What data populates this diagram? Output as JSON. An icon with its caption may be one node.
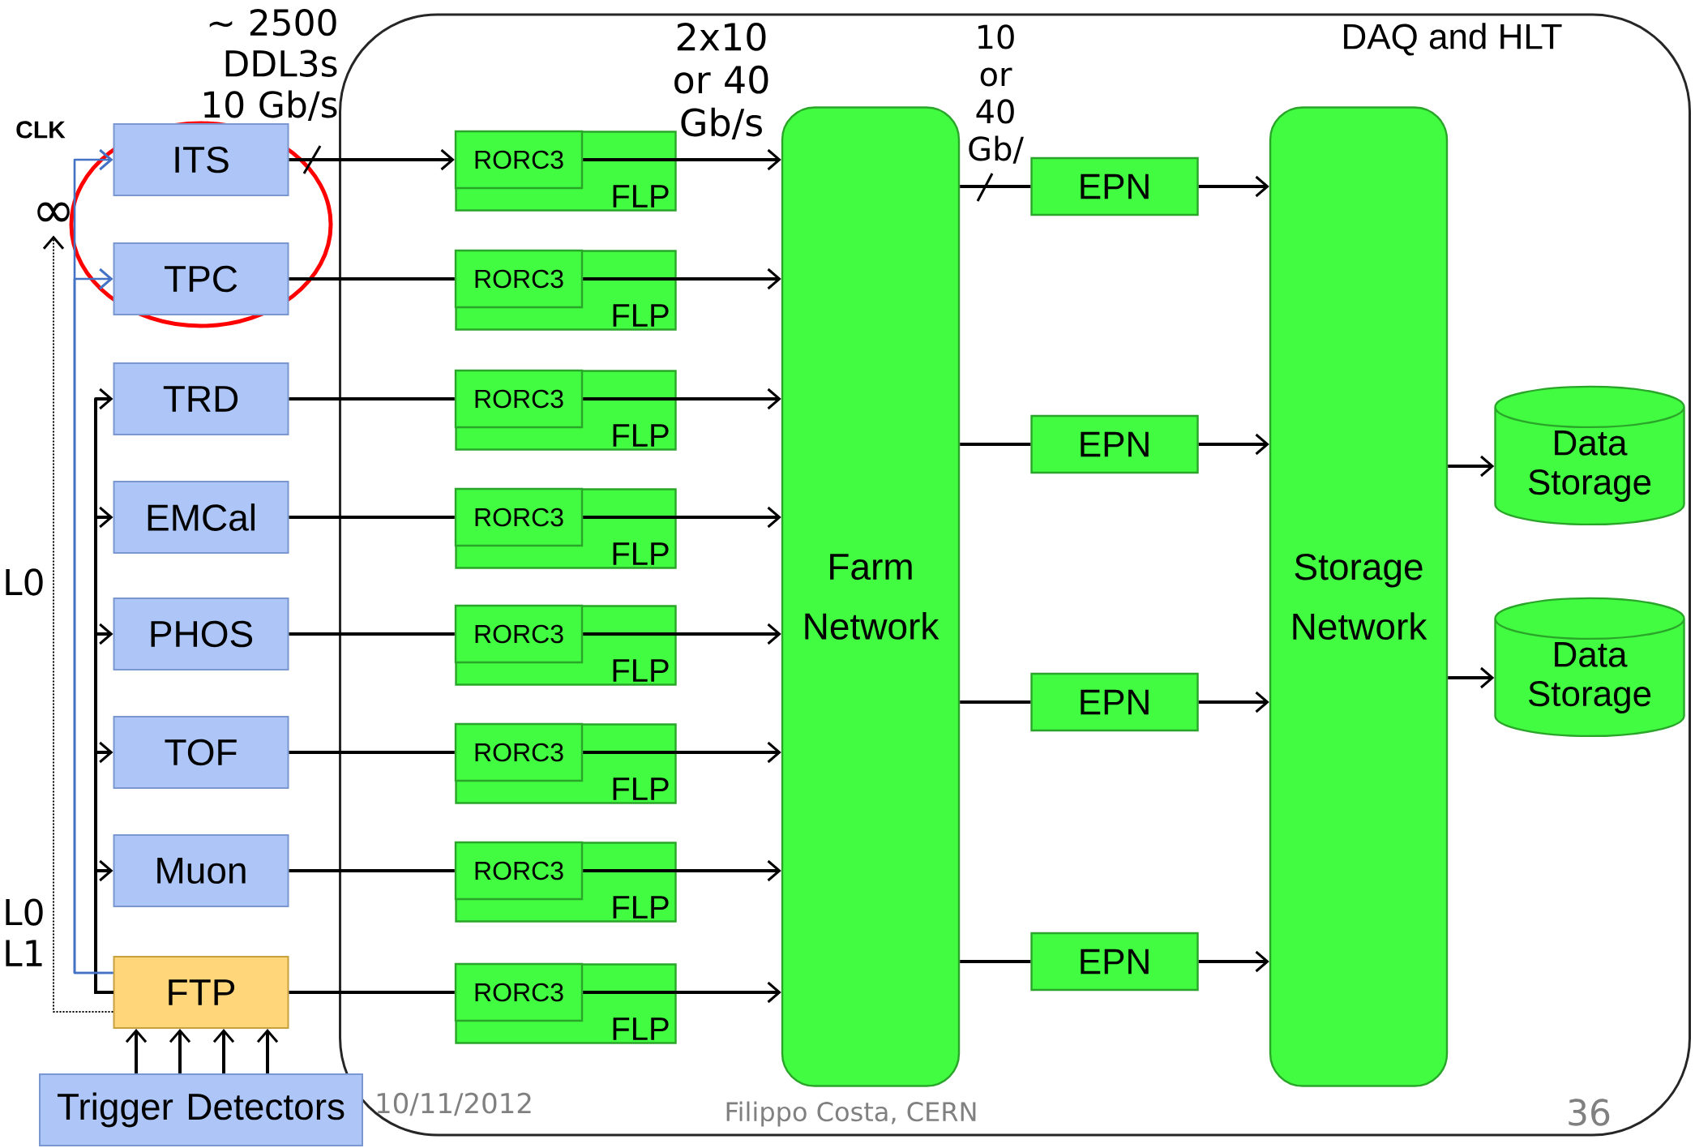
{
  "diagram": {
    "nodes": [
      {
        "text": [
          "DAQ and HLT"
        ]
      },
      {
        "text": [
          "ITS"
        ]
      },
      {
        "text": [
          "TPC"
        ]
      },
      {
        "text": [
          "TRD"
        ]
      },
      {
        "text": [
          "EMCal"
        ]
      },
      {
        "text": [
          "PHOS"
        ]
      },
      {
        "text": [
          "TOF"
        ]
      },
      {
        "text": [
          "Muon"
        ]
      },
      {
        "text": [
          "FTP"
        ]
      },
      {
        "text": [
          "Trigger Detectors"
        ]
      },
      {
        "text": [
          "∞"
        ]
      },
      {
        "text": [
          "FLP"
        ],
        "in": 0
      },
      {
        "text": [
          "RORC3"
        ],
        "in": 11
      },
      {
        "text": [
          "FLP"
        ],
        "in": 0
      },
      {
        "text": [
          "RORC3"
        ],
        "in": 13
      },
      {
        "text": [
          "FLP"
        ],
        "in": 0
      },
      {
        "text": [
          "RORC3"
        ],
        "in": 15
      },
      {
        "text": [
          "FLP"
        ],
        "in": 0
      },
      {
        "text": [
          "RORC3"
        ],
        "in": 17
      },
      {
        "text": [
          "FLP"
        ],
        "in": 0
      },
      {
        "text": [
          "RORC3"
        ],
        "in": 19
      },
      {
        "text": [
          "FLP"
        ],
        "in": 0
      },
      {
        "text": [
          "RORC3"
        ],
        "in": 21
      },
      {
        "text": [
          "FLP"
        ],
        "in": 0
      },
      {
        "text": [
          "RORC3"
        ],
        "in": 23
      },
      {
        "text": [
          "FLP"
        ],
        "in": 0
      },
      {
        "text": [
          "RORC3"
        ],
        "in": 25
      },
      {
        "text": [
          "Farm Network"
        ],
        "in": 0
      },
      {
        "text": [
          "EPN"
        ],
        "in": 0
      },
      {
        "text": [
          "EPN"
        ],
        "in": 0
      },
      {
        "text": [
          "EPN"
        ],
        "in": 0
      },
      {
        "text": [
          "EPN"
        ],
        "in": 0
      },
      {
        "text": [
          "Storage Network"
        ],
        "in": 0
      },
      {
        "text": [
          "Data Storage"
        ],
        "in": 0
      },
      {
        "text": [
          "Data Storage"
        ],
        "in": 0
      }
    ],
    "edges": [
      {
        "from": 1,
        "to": 12,
        "arrow": "to"
      },
      {
        "from": 2,
        "to": 14,
        "arrow": "none"
      },
      {
        "from": 3,
        "to": 16,
        "arrow": "none"
      },
      {
        "from": 4,
        "to": 18,
        "arrow": "none"
      },
      {
        "from": 5,
        "to": 20,
        "arrow": "none"
      },
      {
        "from": 6,
        "to": 22,
        "arrow": "none"
      },
      {
        "from": 7,
        "to": 24,
        "arrow": "none"
      },
      {
        "from": 8,
        "to": 26,
        "arrow": "none"
      },
      {
        "from": 12,
        "to": 27,
        "arrow": "to"
      },
      {
        "from": 14,
        "to": 27,
        "arrow": "to"
      },
      {
        "from": 16,
        "to": 27,
        "arrow": "to"
      },
      {
        "from": 18,
        "to": 27,
        "arrow": "to"
      },
      {
        "from": 20,
        "to": 27,
        "arrow": "to"
      },
      {
        "from": 22,
        "to": 27,
        "arrow": "to"
      },
      {
        "from": 24,
        "to": 27,
        "arrow": "to"
      },
      {
        "from": 26,
        "to": 27,
        "arrow": "to"
      },
      {
        "from": 27,
        "to": 28,
        "arrow": "none"
      },
      {
        "from": 27,
        "to": 29,
        "arrow": "none"
      },
      {
        "from": 27,
        "to": 30,
        "arrow": "none"
      },
      {
        "from": 27,
        "to": 31,
        "arrow": "none"
      },
      {
        "from": 28,
        "to": 32,
        "arrow": "to"
      },
      {
        "from": 29,
        "to": 32,
        "arrow": "to"
      },
      {
        "from": 30,
        "to": 32,
        "arrow": "to"
      },
      {
        "from": 31,
        "to": 32,
        "arrow": "to"
      },
      {
        "from": 32,
        "to": 33,
        "arrow": "to"
      },
      {
        "from": 32,
        "to": 34,
        "arrow": "to"
      },
      {
        "from": 9,
        "to": 8,
        "arrow": "to"
      },
      {
        "from": 9,
        "to": 8,
        "arrow": "to"
      },
      {
        "from": 9,
        "to": 8,
        "arrow": "to"
      },
      {
        "from": 9,
        "to": 8,
        "arrow": "to"
      },
      {
        "from": 8,
        "to": 3,
        "arrow": "to"
      },
      {
        "from": 8,
        "to": 4,
        "arrow": "to"
      },
      {
        "from": 8,
        "to": 5,
        "arrow": "to"
      },
      {
        "from": 8,
        "to": 6,
        "arrow": "to"
      },
      {
        "from": 8,
        "to": 7,
        "arrow": "to"
      },
      {
        "from": 8,
        "to": 1,
        "arrow": "to",
        "color": "#4472c4"
      },
      {
        "from": 8,
        "to": 2,
        "arrow": "to",
        "color": "#4472c4"
      },
      {
        "from": 8,
        "to": 10,
        "arrow": "to",
        "style": "dashed"
      }
    ],
    "labels": [
      "~ 2500 DDL3s 10 Gb/s",
      "2x10 or 40 Gb/s",
      "10 or 40 Gb/",
      "CLK",
      "L0",
      "L0 L1",
      "10/11/2012",
      "Filippo Costa, CERN",
      "36"
    ]
  }
}
